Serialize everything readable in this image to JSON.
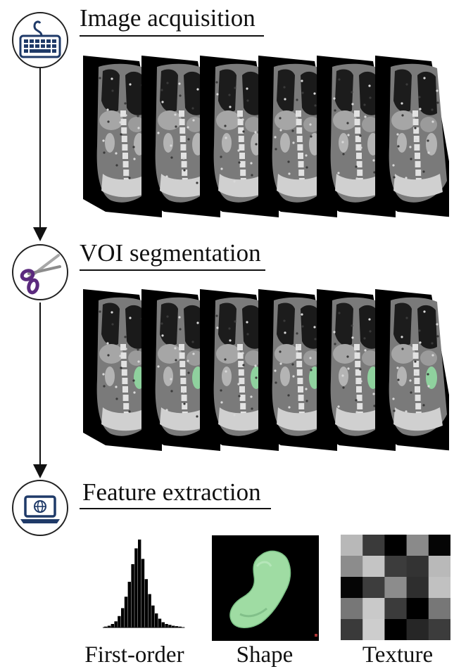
{
  "pipeline": {
    "steps": [
      {
        "title": "Image acquisition",
        "icon": "keyboard-icon"
      },
      {
        "title": "VOI segmentation",
        "icon": "scissors-icon"
      },
      {
        "title": "Feature extraction",
        "icon": "laptop-globe-icon"
      }
    ]
  },
  "features": {
    "items": [
      {
        "label": "First-order",
        "depiction": "histogram"
      },
      {
        "label": "Shape",
        "depiction": "green kidney surface render"
      },
      {
        "label": "Texture",
        "depiction": "grayscale matrix"
      }
    ],
    "histogram_bins": [
      0.01,
      0.02,
      0.04,
      0.07,
      0.13,
      0.22,
      0.35,
      0.52,
      0.72,
      0.9,
      1.0,
      0.78,
      0.55,
      0.38,
      0.25,
      0.16,
      0.1,
      0.06,
      0.04,
      0.03,
      0.02,
      0.015,
      0.01
    ],
    "texture_matrix": [
      [
        "#b8b8b8",
        "#3a3a3a",
        "#000000",
        "#8a8a8a",
        "#050505"
      ],
      [
        "#8c8c8c",
        "#c4c4c4",
        "#3c3c3c",
        "#333333",
        "#b9b9b9"
      ],
      [
        "#050505",
        "#3d3d3d",
        "#8c8c8c",
        "#2e2e2e",
        "#c1c1c1"
      ],
      [
        "#777777",
        "#c9c9c9",
        "#3b3b3b",
        "#000000",
        "#777777"
      ],
      [
        "#3a3a3a",
        "#cdcdcd",
        "#000000",
        "#262626",
        "#3c3c3c"
      ]
    ]
  },
  "colors": {
    "icon_navy": "#1f3a68",
    "scissors_purple": "#5b2a7e",
    "segmentation_green": "#8fd19e",
    "shape_bg": "#000000",
    "shape_fill": "#9fdca3"
  }
}
